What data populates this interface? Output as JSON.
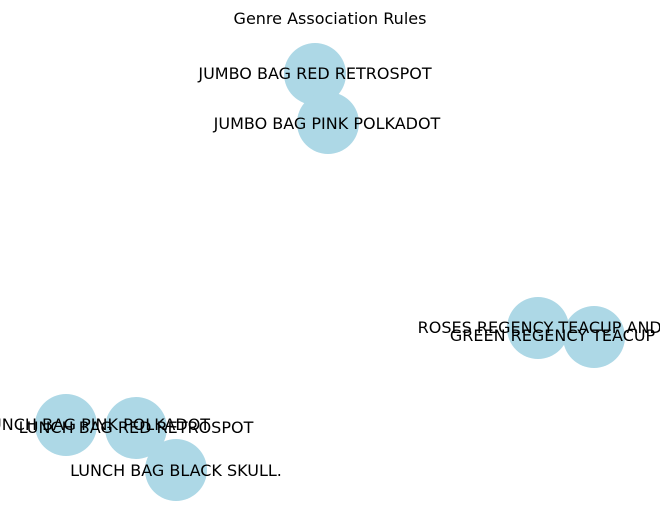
{
  "title": "Genre Association Rules",
  "style": {
    "node_color": "#add8e6",
    "label_color": "#000000",
    "background": "#ffffff"
  },
  "nodes": [
    {
      "id": "jumbo-red",
      "label": "JUMBO BAG RED RETROSPOT"
    },
    {
      "id": "jumbo-pink",
      "label": "JUMBO BAG PINK POLKADOT"
    },
    {
      "id": "roses-teacup",
      "label": "ROSES REGENCY TEACUP AND SAUCER"
    },
    {
      "id": "green-teacup",
      "label": "GREEN REGENCY TEACUP AND SAUCER"
    },
    {
      "id": "lunch-pink",
      "label": "LUNCH BAG PINK POLKADOT"
    },
    {
      "id": "lunch-red",
      "label": "LUNCH BAG RED RETROSPOT"
    },
    {
      "id": "lunch-skull",
      "label": "LUNCH BAG  BLACK SKULL."
    }
  ]
}
